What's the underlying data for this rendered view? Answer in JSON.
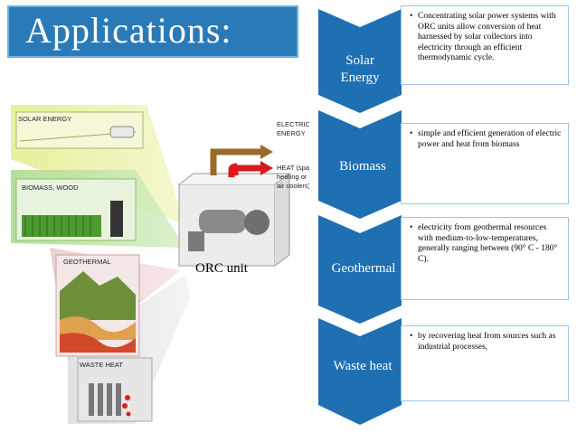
{
  "title": "Applications:",
  "orc_label": "ORC unit",
  "illustration": {
    "solar_label": "SOLAR ENERGY",
    "biomass_label": "BIOMASS, WOOD",
    "geothermal_label": "GEOTHERMAL",
    "waste_label": "WASTE HEAT",
    "electric_line1": "ELECTRIC",
    "electric_line2": "ENERGY",
    "heat_line1": "HEAT (space",
    "heat_line2": "heating or",
    "heat_line3": "air coolers)"
  },
  "stages": [
    {
      "line1": "Solar",
      "line2": "Energy",
      "desc": "Concentrating solar power systems with ORC units allow conversion of heat harnessed by solar collectors into electricity through an efficient thermodynamic cycle."
    },
    {
      "line1": "Biomass",
      "line2": "",
      "desc": "simple and efficient generation of electric power and heat from biomass"
    },
    {
      "line1": "Geothermal",
      "line2": "",
      "desc": "electricity from geothermal resources with medium-to-low-temperatures, generally ranging between (90° C - 180° C)."
    },
    {
      "line1": "Waste heat",
      "line2": "",
      "desc": "by recovering heat from sources such as industrial processes,"
    }
  ],
  "colors": {
    "accent": "#2a7ab8",
    "chevron": "#1f6fb3"
  }
}
